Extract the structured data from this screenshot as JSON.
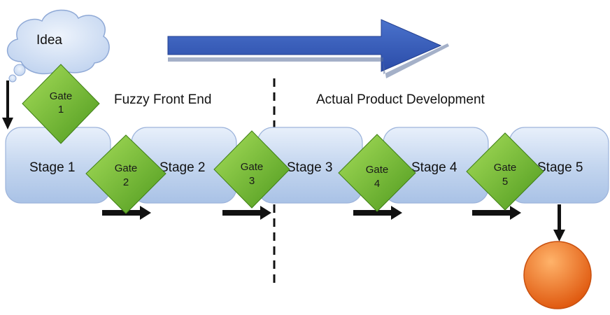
{
  "idea": "Idea",
  "phases": {
    "fuzzy": "Fuzzy Front End",
    "actual": "Actual Product Development"
  },
  "stages": [
    "Stage 1",
    "Stage 2",
    "Stage 3",
    "Stage 4",
    "Stage 5"
  ],
  "gates": [
    {
      "word": "Gate",
      "num": "1"
    },
    {
      "word": "Gate",
      "num": "2"
    },
    {
      "word": "Gate",
      "num": "3"
    },
    {
      "word": "Gate",
      "num": "4"
    },
    {
      "word": "Gate",
      "num": "5"
    }
  ],
  "colors": {
    "stage_fill": "#c9d9f0",
    "gate_fill": "#7fbf35",
    "arrow_fill": "#3a5fbf",
    "outcome_fill": "#f07a25"
  }
}
